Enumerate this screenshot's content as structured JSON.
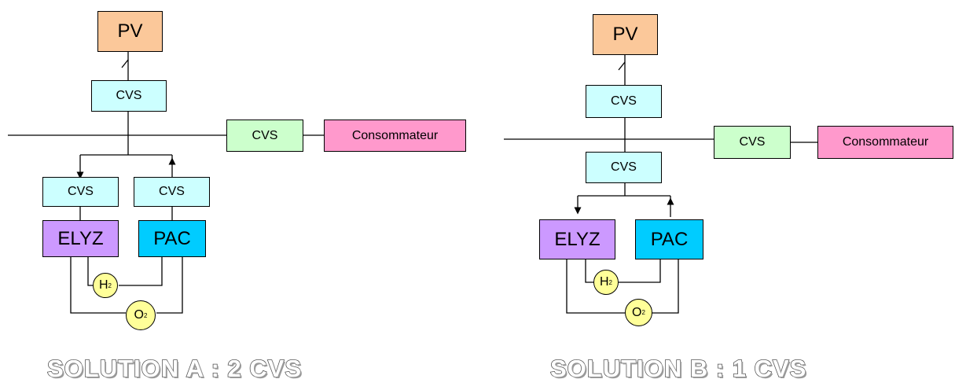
{
  "colors": {
    "pv": "#fbc89a",
    "cvs_blue": "#ccffff",
    "cvs_green": "#ccffcc",
    "consumer": "#ff99cc",
    "elyz": "#cc99ff",
    "pac": "#00ccff",
    "gas": "#ffff99"
  },
  "solution_a": {
    "pv": "PV",
    "cvs_pv": "CVS",
    "cvs_consumer": "CVS",
    "consumer": "Consommateur",
    "cvs_elyz": "CVS",
    "cvs_pac": "CVS",
    "elyz": "ELYZ",
    "pac": "PAC",
    "h2": "H",
    "h2_sub": "2",
    "o2": "O",
    "o2_sub": "2",
    "caption": "SOLUTION  A : 2 CVS"
  },
  "solution_b": {
    "pv": "PV",
    "cvs_pv": "CVS",
    "cvs_consumer": "CVS",
    "consumer": "Consommateur",
    "cvs_storage": "CVS",
    "elyz": "ELYZ",
    "pac": "PAC",
    "h2": "H",
    "h2_sub": "2",
    "o2": "O",
    "o2_sub": "2",
    "caption": "SOLUTION  B : 1 CVS"
  }
}
